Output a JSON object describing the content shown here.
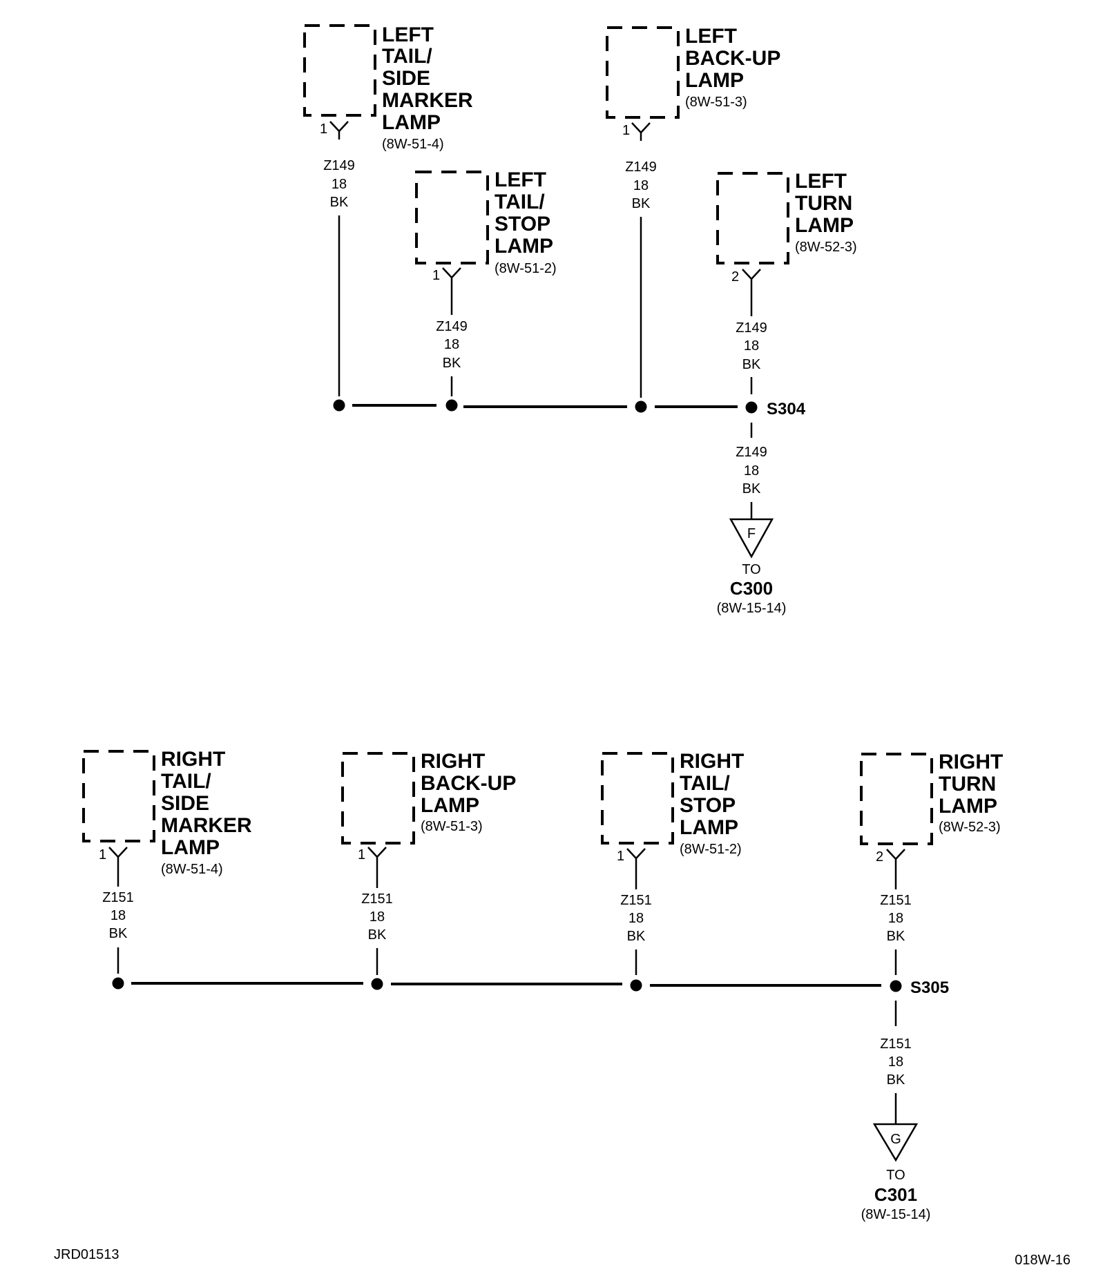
{
  "groups": [
    {
      "splice": "S304",
      "components": [
        {
          "lines": [
            "LEFT",
            "TAIL/",
            "SIDE",
            "MARKER",
            "LAMP"
          ],
          "ref": "(8W-51-4)",
          "pin": "1",
          "wire": [
            "Z149",
            "18",
            "BK"
          ]
        },
        {
          "lines": [
            "LEFT",
            "TAIL/",
            "STOP",
            "LAMP"
          ],
          "ref": "(8W-51-2)",
          "pin": "1",
          "wire": [
            "Z149",
            "18",
            "BK"
          ]
        },
        {
          "lines": [
            "LEFT",
            "BACK-UP",
            "LAMP"
          ],
          "ref": "(8W-51-3)",
          "pin": "1",
          "wire": [
            "Z149",
            "18",
            "BK"
          ]
        },
        {
          "lines": [
            "LEFT",
            "TURN",
            "LAMP"
          ],
          "ref": "(8W-52-3)",
          "pin": "2",
          "wire": [
            "Z149",
            "18",
            "BK"
          ]
        }
      ],
      "out_wire": [
        "Z149",
        "18",
        "BK"
      ],
      "connector": {
        "letter": "F",
        "to": "TO",
        "name": "C300",
        "ref": "(8W-15-14)"
      }
    },
    {
      "splice": "S305",
      "components": [
        {
          "lines": [
            "RIGHT",
            "TAIL/",
            "SIDE",
            "MARKER",
            "LAMP"
          ],
          "ref": "(8W-51-4)",
          "pin": "1",
          "wire": [
            "Z151",
            "18",
            "BK"
          ]
        },
        {
          "lines": [
            "RIGHT",
            "BACK-UP",
            "LAMP"
          ],
          "ref": "(8W-51-3)",
          "pin": "1",
          "wire": [
            "Z151",
            "18",
            "BK"
          ]
        },
        {
          "lines": [
            "RIGHT",
            "TAIL/",
            "STOP",
            "LAMP"
          ],
          "ref": "(8W-51-2)",
          "pin": "1",
          "wire": [
            "Z151",
            "18",
            "BK"
          ]
        },
        {
          "lines": [
            "RIGHT",
            "TURN",
            "LAMP"
          ],
          "ref": "(8W-52-3)",
          "pin": "2",
          "wire": [
            "Z151",
            "18",
            "BK"
          ]
        }
      ],
      "out_wire": [
        "Z151",
        "18",
        "BK"
      ],
      "connector": {
        "letter": "G",
        "to": "TO",
        "name": "C301",
        "ref": "(8W-15-14)"
      }
    }
  ],
  "footer": {
    "left": "JRD01513",
    "right": "018W-16"
  }
}
